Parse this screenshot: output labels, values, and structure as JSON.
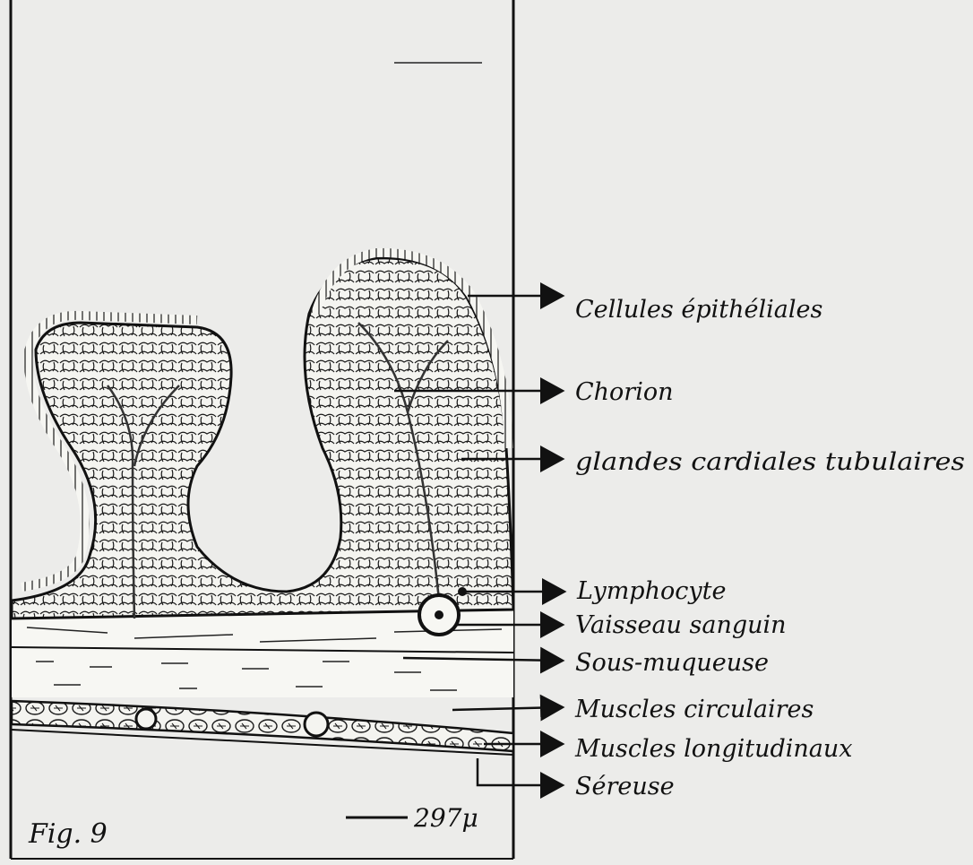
{
  "figure": {
    "label": "Fig. 9",
    "scale_bar_text": "297μ"
  },
  "labels": [
    {
      "id": "cellules",
      "text": "Cellules épithéliales"
    },
    {
      "id": "chorion",
      "text": "Chorion"
    },
    {
      "id": "glandes",
      "text": "glandes cardiales tubulaires"
    },
    {
      "id": "lymphocyte",
      "text": "Lymphocyte"
    },
    {
      "id": "vaisseau",
      "text": "Vaisseau sanguin"
    },
    {
      "id": "sous-muqueuse",
      "text": "Sous-muqueuse"
    },
    {
      "id": "muscles-circulaires",
      "text": "Muscles circulaires"
    },
    {
      "id": "muscles-longitudinaux",
      "text": "Muscles longitudinaux"
    },
    {
      "id": "sereuse",
      "text": "Séreuse"
    }
  ],
  "colors": {
    "paper": "#ececea",
    "ink": "#111111"
  }
}
